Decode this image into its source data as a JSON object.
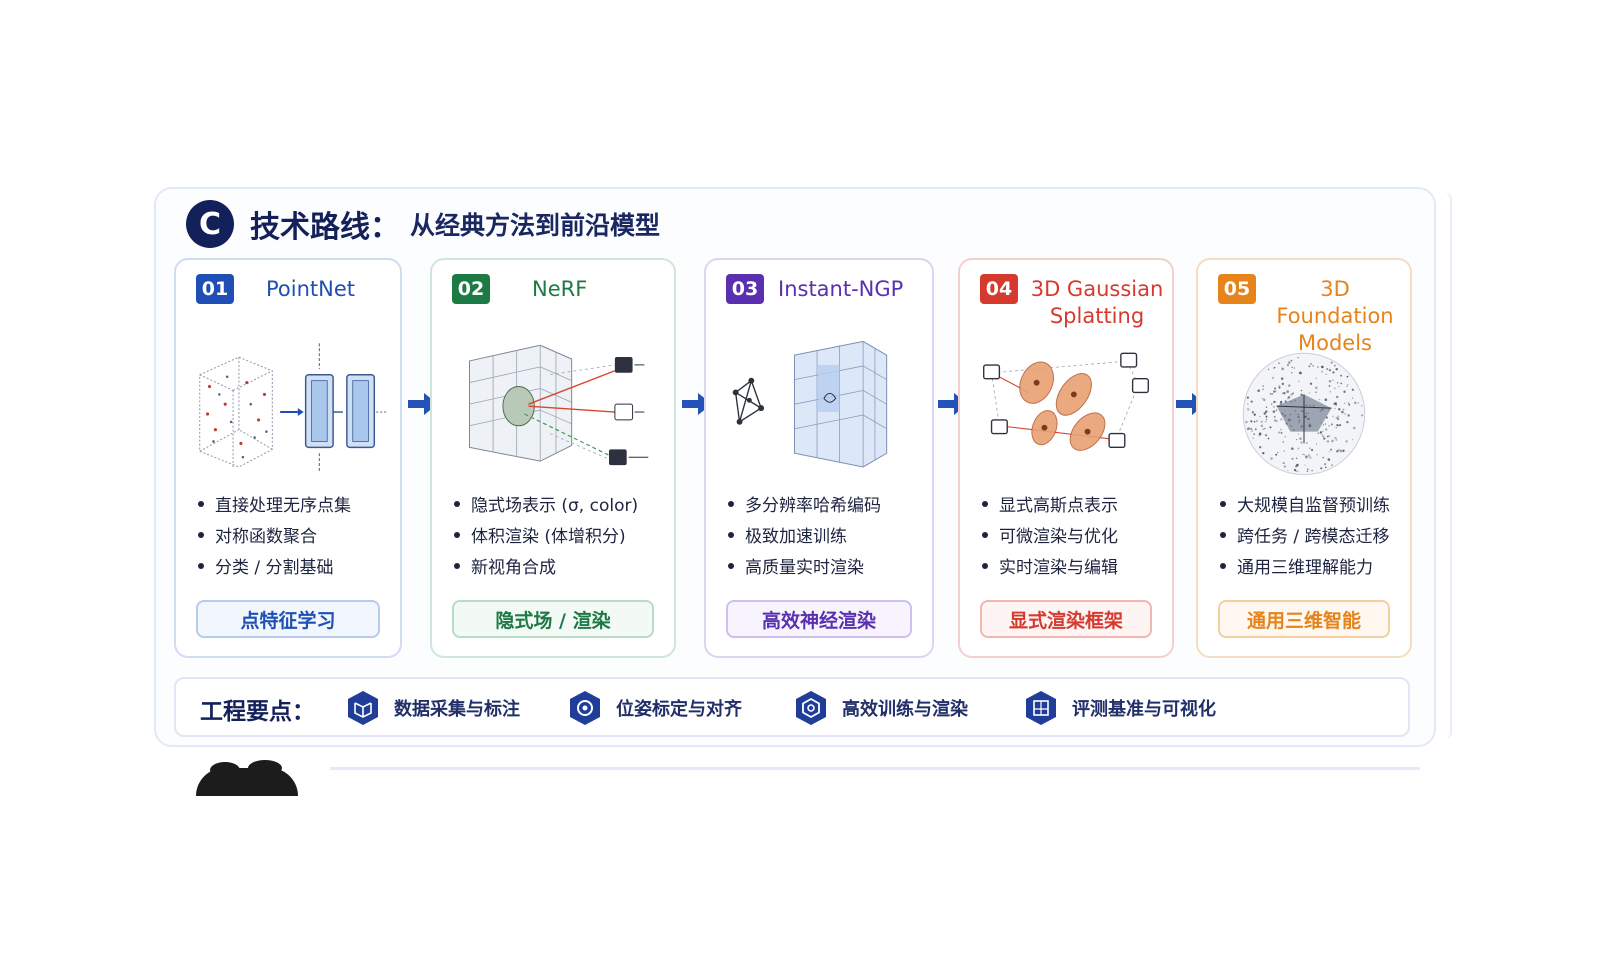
{
  "header": {
    "badge": "C",
    "title": "技术路线",
    "separator": "：",
    "subtitle": "从经典方法到前沿模型"
  },
  "cards": [
    {
      "num": "01",
      "title": "PointNet",
      "color": "#1f4fb5",
      "border": "#cfdcf2",
      "bullets": [
        "直接处理无序点集",
        "对称函数聚合",
        "分类 / 分割基础"
      ],
      "tag": "点特征学习",
      "tag_color": "#1f4fb5",
      "tag_bg": "#f2f6fd",
      "fig_icon": "point-cloud-network-icon"
    },
    {
      "num": "02",
      "title": "NeRF",
      "color": "#1d7a45",
      "border": "#cfe7d8",
      "bullets": [
        "隐式场表示 (σ, color)",
        "体积渲染 (体增积分)",
        "新视角合成"
      ],
      "tag": "隐式场 / 渲染",
      "tag_color": "#1d7a45",
      "tag_bg": "#f3faf5",
      "fig_icon": "radiance-field-grid-icon"
    },
    {
      "num": "03",
      "title": "Instant-NGP",
      "color": "#5a2fb0",
      "border": "#ddd4f2",
      "bullets": [
        "多分辨率哈希编码",
        "极致加速训练",
        "高质量实时渲染"
      ],
      "tag": "高效神经渲染",
      "tag_color": "#5a2fb0",
      "tag_bg": "#f7f4fd",
      "fig_icon": "hash-grid-icon"
    },
    {
      "num": "04",
      "title": "3D Gaussian Splatting",
      "color": "#d63a2e",
      "border": "#f4d0cc",
      "bullets": [
        "显式高斯点表示",
        "可微渲染与优化",
        "实时渲染与编辑"
      ],
      "tag": "显式渲染框架",
      "tag_color": "#d63a2e",
      "tag_bg": "#fdf4f3",
      "fig_icon": "gaussian-splats-icon"
    },
    {
      "num": "05",
      "title": "3D Foundation Models",
      "color": "#e6831a",
      "border": "#f6dcc0",
      "bullets": [
        "大规模自监督预训练",
        "跨任务 / 跨模态迁移",
        "通用三维理解能力"
      ],
      "tag": "通用三维智能",
      "tag_color": "#e6831a",
      "tag_bg": "#fef8f1",
      "fig_icon": "point-sphere-icon"
    }
  ],
  "engineering": {
    "label": "工程要点：",
    "items": [
      {
        "text": "数据采集与标注",
        "icon": "data-cube-icon"
      },
      {
        "text": "位姿标定与对齐",
        "icon": "pose-target-icon"
      },
      {
        "text": "高效训练与渲染",
        "icon": "training-gear-icon"
      },
      {
        "text": "评测基准与可视化",
        "icon": "benchmark-cube-icon"
      }
    ]
  },
  "accent": "#1f4fb5",
  "header_color": "#14205a"
}
